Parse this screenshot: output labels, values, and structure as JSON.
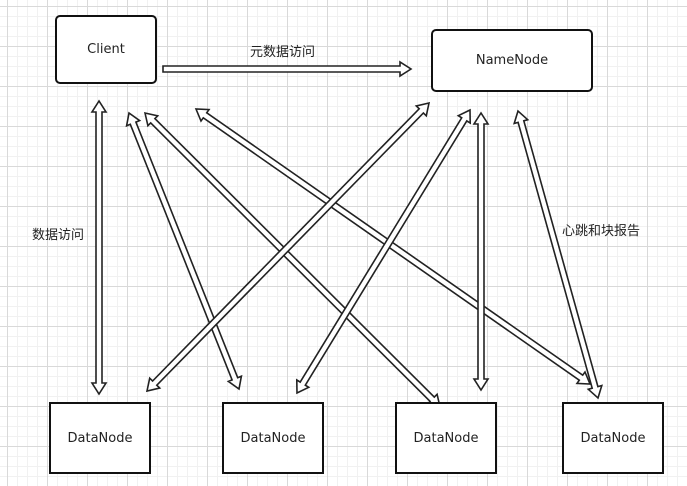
{
  "nodes": {
    "client": "Client",
    "namenode": "NameNode",
    "datanodes": [
      "DataNode",
      "DataNode",
      "DataNode",
      "DataNode"
    ]
  },
  "labels": {
    "metadata_access": "元数据访问",
    "data_access": "数据访问",
    "heartbeat_block_report": "心跳和块报告"
  }
}
